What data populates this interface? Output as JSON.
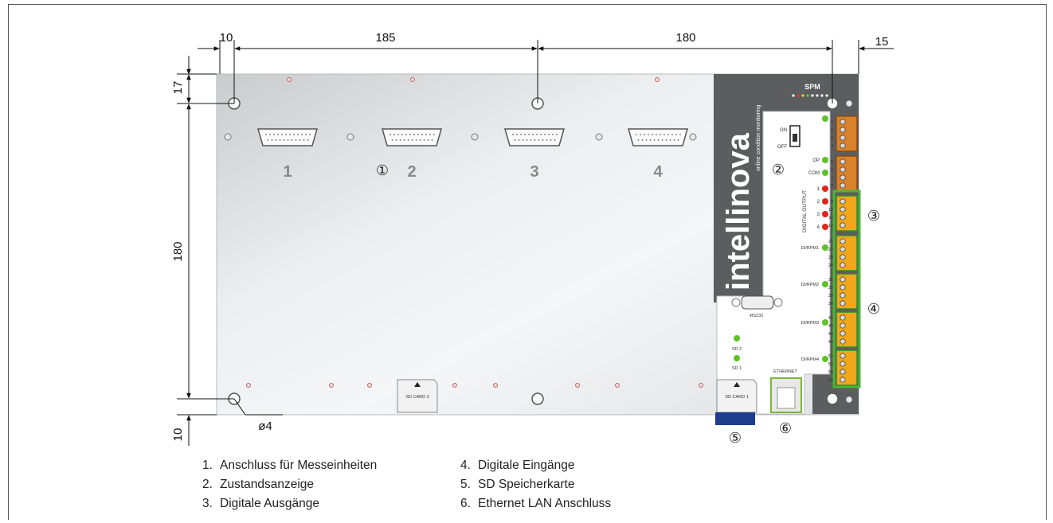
{
  "dimensions": {
    "top_left_margin": "10",
    "top_span_1": "185",
    "top_span_2": "180",
    "top_right_margin": "15",
    "left_top_margin": "17",
    "left_height": "180",
    "left_bottom_margin": "10",
    "hole_diameter": "ø4"
  },
  "callouts": [
    "①",
    "②",
    "③",
    "④",
    "⑤",
    "⑥"
  ],
  "connectors": [
    "1",
    "2",
    "3",
    "4"
  ],
  "brand": {
    "name": "intellinova",
    "tagline": "online condition monitoring",
    "model": "SPM",
    "accent": "#7fb81e",
    "panel": "#5a5a5a"
  },
  "panel": {
    "power_on": "ON",
    "power_off": "OFF",
    "led_op": "OP",
    "led_com": "COM",
    "digital_output_title": "DIGITAL OUTPUT",
    "do_leds": [
      "1",
      "2",
      "3",
      "4"
    ],
    "rpm_labels": [
      "DI/RPM1",
      "DI/RPM2",
      "DI/RPM3",
      "DI/RPM4"
    ],
    "serial": "RS232",
    "sd2_led": "SD 2",
    "sd1_led": "SD 1",
    "sd_card_2": "SD CARD 2",
    "sd_card_1": "SD CARD 1",
    "ethernet": "ETHERNET"
  },
  "terminals": {
    "orange_block_a": [
      "1",
      "2",
      "3",
      "4"
    ],
    "orange_block_b": [
      "5",
      "6",
      "7",
      "8"
    ],
    "green_block_1": [
      "9",
      "10",
      "11",
      "12"
    ],
    "green_block_2": [
      "21",
      "22",
      "23",
      "24"
    ],
    "green_block_3": [
      "31",
      "32",
      "33",
      "34"
    ],
    "green_block_4": [
      "41",
      "42",
      "43",
      "44"
    ],
    "green_block_5": [
      "51",
      "52",
      "53",
      "54"
    ]
  },
  "legend": {
    "left": [
      {
        "num": "1.",
        "text": "Anschluss für Messeinheiten"
      },
      {
        "num": "2.",
        "text": "Zustandsanzeige"
      },
      {
        "num": "3.",
        "text": "Digitale Ausgänge"
      }
    ],
    "right": [
      {
        "num": "4.",
        "text": "Digitale Eingänge"
      },
      {
        "num": "5.",
        "text": "SD Speicherkarte"
      },
      {
        "num": "6.",
        "text": "Ethernet LAN Anschluss"
      }
    ]
  }
}
